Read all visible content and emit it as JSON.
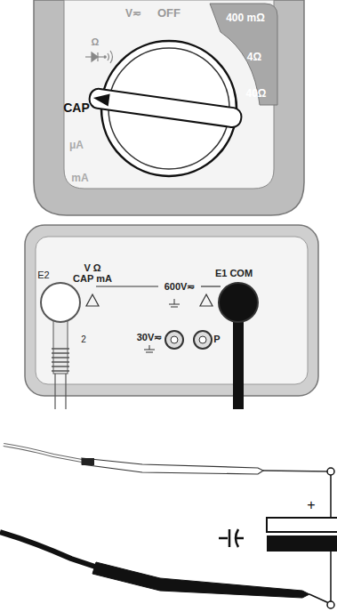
{
  "diagram": {
    "nodes": [
      {
        "text": [
          "400 mΩ",
          "4Ω",
          "40Ω"
        ]
      }
    ],
    "labels": [
      "OFF",
      "V≂",
      "Ω",
      "CAP",
      "μA",
      "mA",
      "E2",
      "V Ω",
      "CAP mA",
      "600V≂",
      "E1 COM",
      "2",
      "30V≂",
      "P",
      "+"
    ]
  }
}
